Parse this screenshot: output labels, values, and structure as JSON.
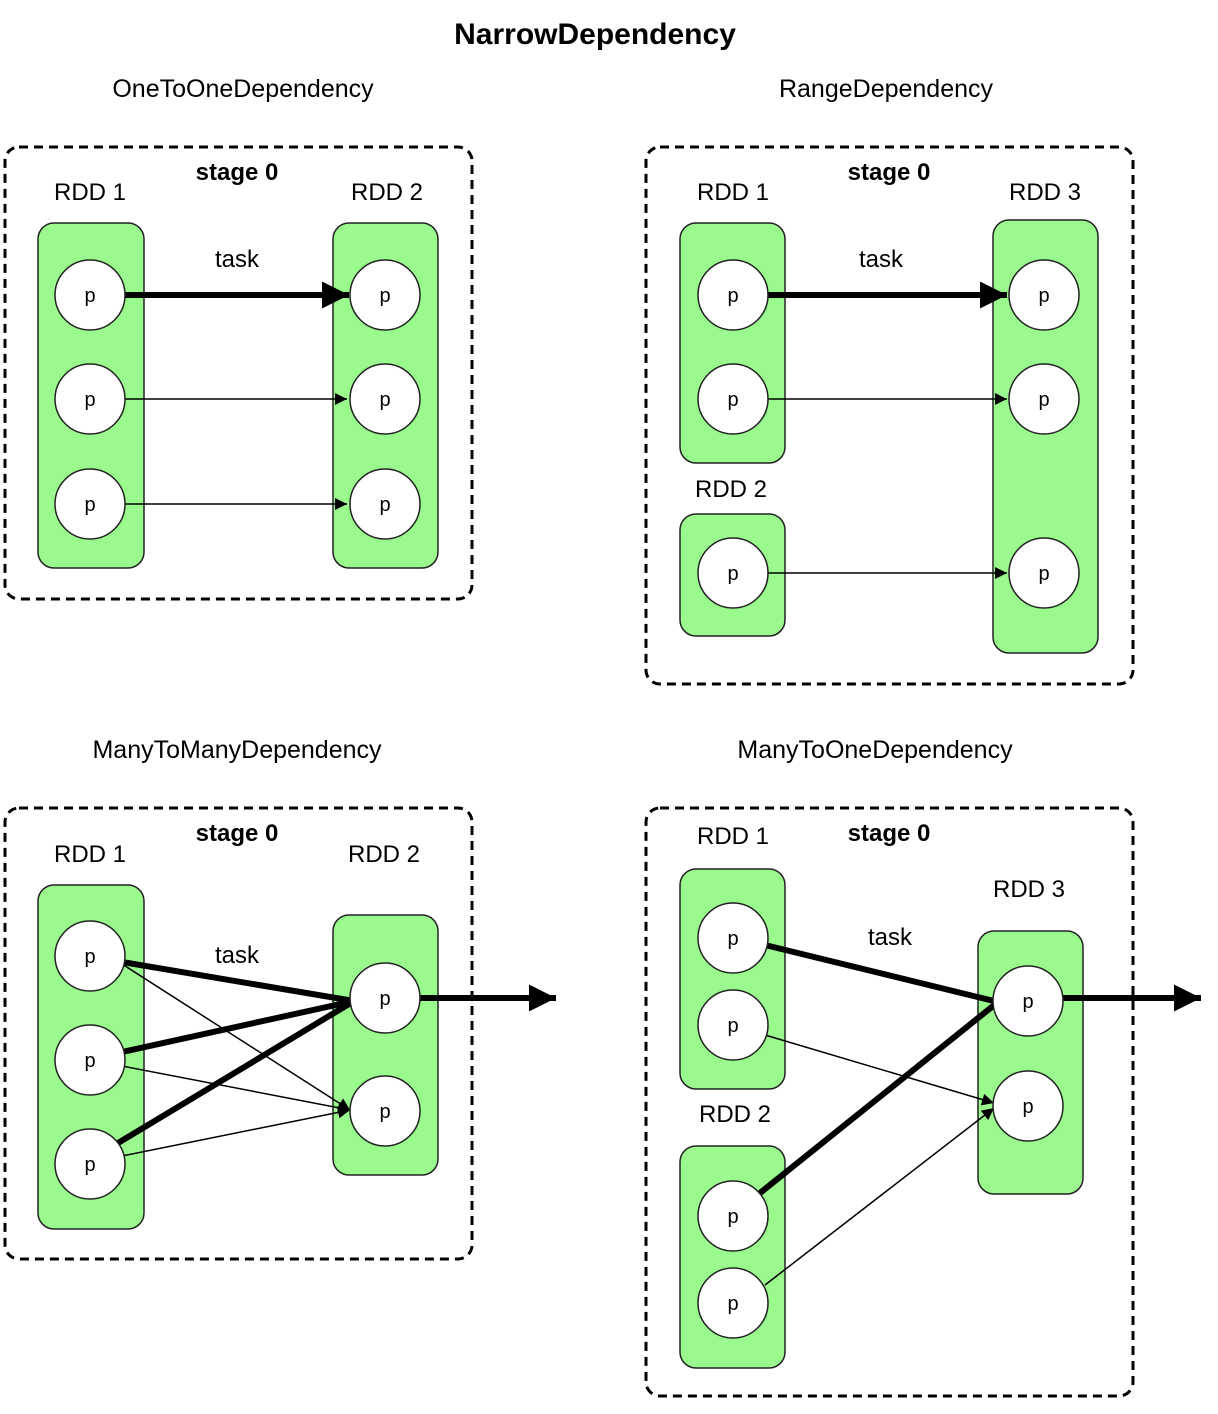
{
  "title": "NarrowDependency",
  "panels": [
    {
      "name": "OneToOneDependency",
      "stage": "stage 0",
      "task": "task",
      "rdds": [
        "RDD 1",
        "RDD 2"
      ],
      "partition_label": "p"
    },
    {
      "name": "RangeDependency",
      "stage": "stage 0",
      "task": "task",
      "rdds": [
        "RDD 1",
        "RDD 2",
        "RDD 3"
      ],
      "partition_label": "p"
    },
    {
      "name": "ManyToManyDependency",
      "stage": "stage 0",
      "task": "task",
      "rdds": [
        "RDD 1",
        "RDD 2"
      ],
      "partition_label": "p"
    },
    {
      "name": "ManyToOneDependency",
      "stage": "stage 0",
      "task": "task",
      "rdds": [
        "RDD 1",
        "RDD 2",
        "RDD 3"
      ],
      "partition_label": "p"
    }
  ],
  "colors": {
    "rdd_fill": "#9afa8e",
    "partition_fill": "#ffffff",
    "line": "#000000"
  }
}
